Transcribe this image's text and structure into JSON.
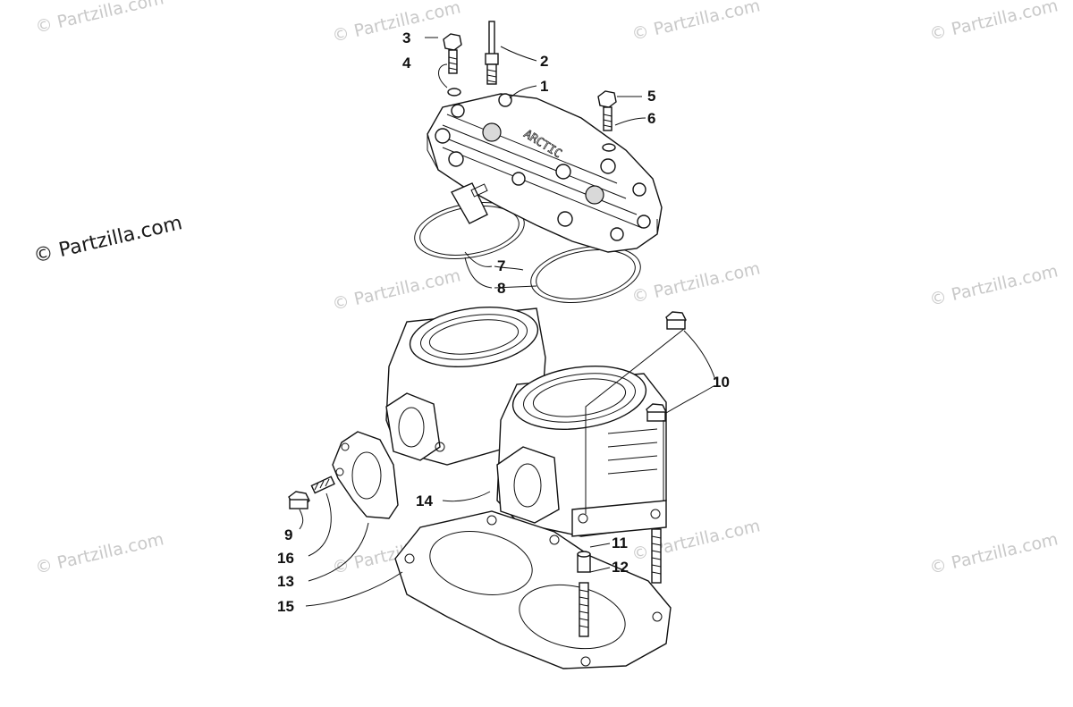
{
  "watermarks": {
    "main": "© Partzilla.com",
    "faint": "© Partzilla.com"
  },
  "callouts": [
    "1",
    "2",
    "3",
    "4",
    "5",
    "6",
    "7",
    "8",
    "9",
    "10",
    "11",
    "12",
    "13",
    "14",
    "15",
    "16"
  ],
  "colors": {
    "ink": "#111111",
    "watermark": "#c9c9c9",
    "fill": "#ffffff",
    "shade": "#d9d9d9"
  }
}
